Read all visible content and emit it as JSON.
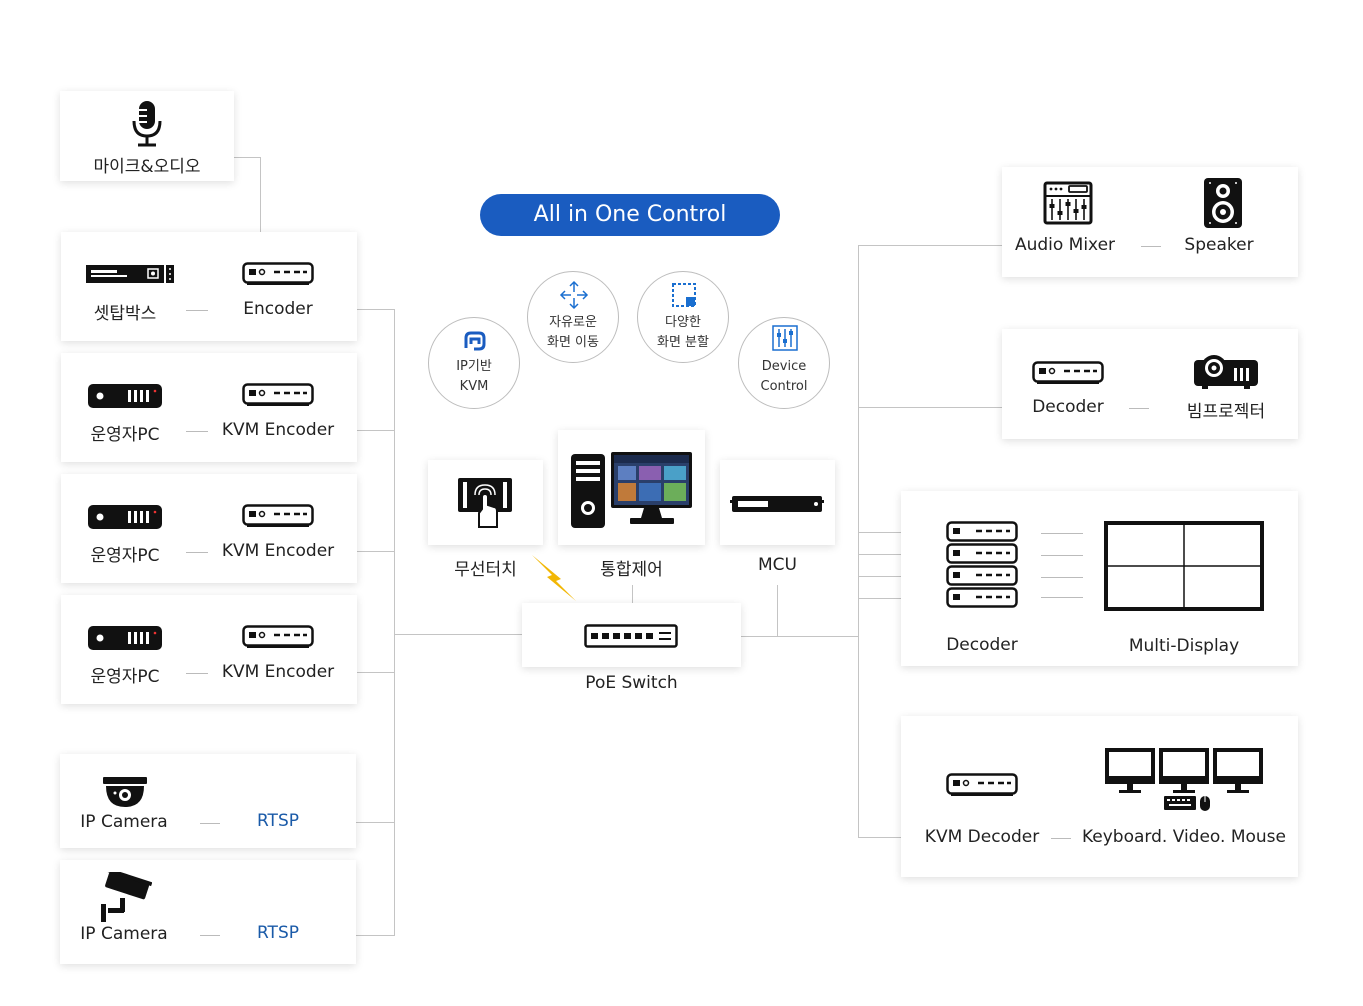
{
  "header": {
    "title": "All in One Control"
  },
  "features": [
    {
      "line1": "IP기반",
      "line2": "KVM",
      "icon": "ip-kvm-icon"
    },
    {
      "line1": "자유로운",
      "line2": "화면 이동",
      "icon": "move-arrows-icon"
    },
    {
      "line1": "다양한",
      "line2": "화면 분할",
      "icon": "split-screen-icon"
    },
    {
      "line1": "Device",
      "line2": "Control",
      "icon": "device-control-icon"
    }
  ],
  "left": {
    "mic": {
      "label": "마이크&오디오",
      "icon": "microphone-icon"
    },
    "settop": {
      "device": "셋탑박스",
      "encoder": "Encoder"
    },
    "pc1": {
      "device": "운영자PC",
      "encoder": "KVM Encoder"
    },
    "pc2": {
      "device": "운영자PC",
      "encoder": "KVM Encoder"
    },
    "pc3": {
      "device": "운영자PC",
      "encoder": "KVM Encoder"
    },
    "cam1": {
      "device": "IP Camera",
      "protocol": "RTSP"
    },
    "cam2": {
      "device": "IP Camera",
      "protocol": "RTSP"
    }
  },
  "center": {
    "touch": "무선터치",
    "control": "통합제어",
    "mcu": "MCU",
    "switch": "PoE Switch"
  },
  "right": {
    "audio": {
      "mixer": "Audio Mixer",
      "speaker": "Speaker"
    },
    "proj": {
      "decoder": "Decoder",
      "projector": "빔프로젝터"
    },
    "multi": {
      "decoder": "Decoder",
      "display": "Multi-Display"
    },
    "kvm": {
      "decoder": "KVM Decoder",
      "peripherals": "Keyboard. Video. Mouse"
    }
  },
  "colors": {
    "accent": "#1a5cc0",
    "protocol": "#1a5aa8",
    "spark": "#f2b705"
  }
}
